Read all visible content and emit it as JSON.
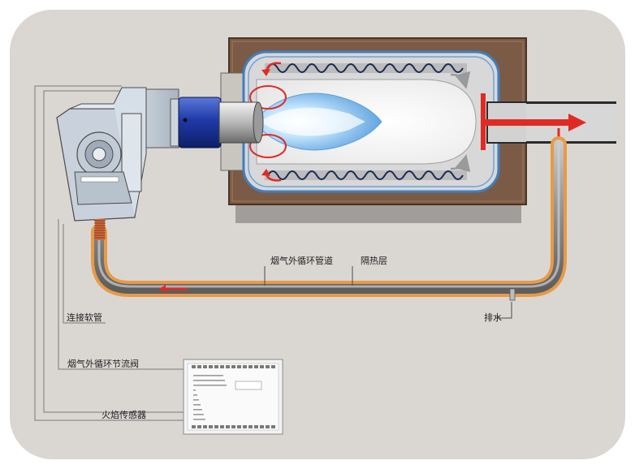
{
  "labels": {
    "flue_gas_recirculation_pipe": "烟气外循环管道",
    "insulation_layer": "隔热层",
    "drain": "排水",
    "connecting_hose": "连接软管",
    "flue_gas_recirculation_throttle_valve": "烟气外循环节流阀",
    "flame_sensor": "火焰传感器"
  },
  "colors": {
    "background": "#dad7d3",
    "boiler_shell": "#7a5a45",
    "water_jacket": "#3f7fc2",
    "burner_blue": "#1f3aa8",
    "flame": "#a9d4f5",
    "flow_arrow": "#e02b25",
    "pipe_gray": "#9c9c9c",
    "insulation_orange": "#e89a46",
    "hose_copper": "#cf6a3b"
  }
}
